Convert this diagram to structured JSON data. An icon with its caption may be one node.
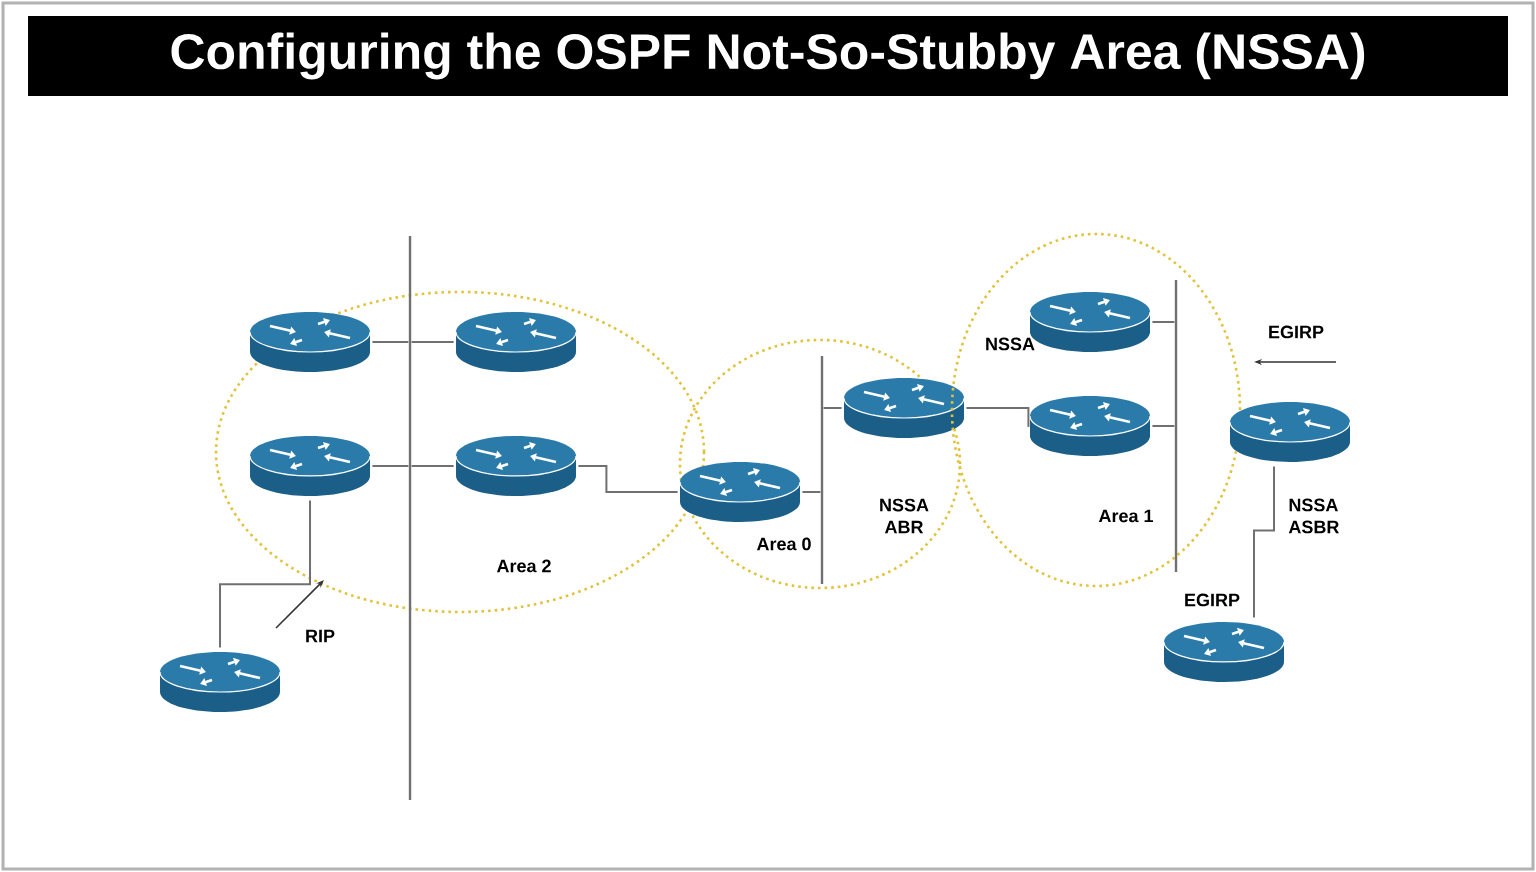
{
  "diagram": {
    "title": "Configuring the OSPF Not-So-Stubby Area (NSSA)",
    "nodes": [
      {
        "text": [
          "Area 2"
        ]
      },
      {
        "text": [],
        "shape": "cylinder",
        "in": 0
      },
      {
        "text": [],
        "shape": "cylinder",
        "in": 0
      },
      {
        "text": [],
        "shape": "cylinder",
        "in": 0
      },
      {
        "text": [],
        "shape": "cylinder",
        "in": 0
      },
      {
        "text": [
          "Area 0"
        ]
      },
      {
        "text": [],
        "shape": "cylinder",
        "in": 5
      },
      {
        "text": [],
        "shape": "cylinder",
        "beside": [
          "NSSA ABR"
        ],
        "in": 5
      },
      {
        "text": [
          "NSSA",
          "Area 1"
        ]
      },
      {
        "text": [],
        "shape": "cylinder",
        "in": 8
      },
      {
        "text": [],
        "shape": "cylinder",
        "in": 8
      },
      {
        "text": [],
        "shape": "cylinder",
        "beside": [
          "NSSA ASBR"
        ]
      },
      {
        "text": [],
        "shape": "cylinder",
        "beside": [
          "EGIRP"
        ]
      },
      {
        "text": [],
        "shape": "cylinder"
      },
      {
        "text": [],
        "shape": "bar"
      },
      {
        "text": [],
        "shape": "bar",
        "in": 5
      },
      {
        "text": [],
        "shape": "bar",
        "in": 8
      }
    ],
    "edges": [
      {
        "from": 1,
        "to": 14,
        "arrow": "none"
      },
      {
        "from": 14,
        "to": 2,
        "arrow": "none"
      },
      {
        "from": 3,
        "to": 14,
        "arrow": "none"
      },
      {
        "from": 14,
        "to": 4,
        "arrow": "none"
      },
      {
        "from": 4,
        "to": 6,
        "arrow": "none"
      },
      {
        "from": 3,
        "to": 13,
        "arrow": "none"
      },
      {
        "from": 6,
        "to": 15,
        "arrow": "none"
      },
      {
        "from": 15,
        "to": 7,
        "arrow": "none"
      },
      {
        "from": 7,
        "to": 10,
        "arrow": "none"
      },
      {
        "from": 9,
        "to": 16,
        "arrow": "none"
      },
      {
        "from": 10,
        "to": 16,
        "arrow": "none"
      },
      {
        "from": 11,
        "to": 12,
        "arrow": "none"
      }
    ],
    "labels": [
      "RIP",
      "EGIRP"
    ]
  }
}
